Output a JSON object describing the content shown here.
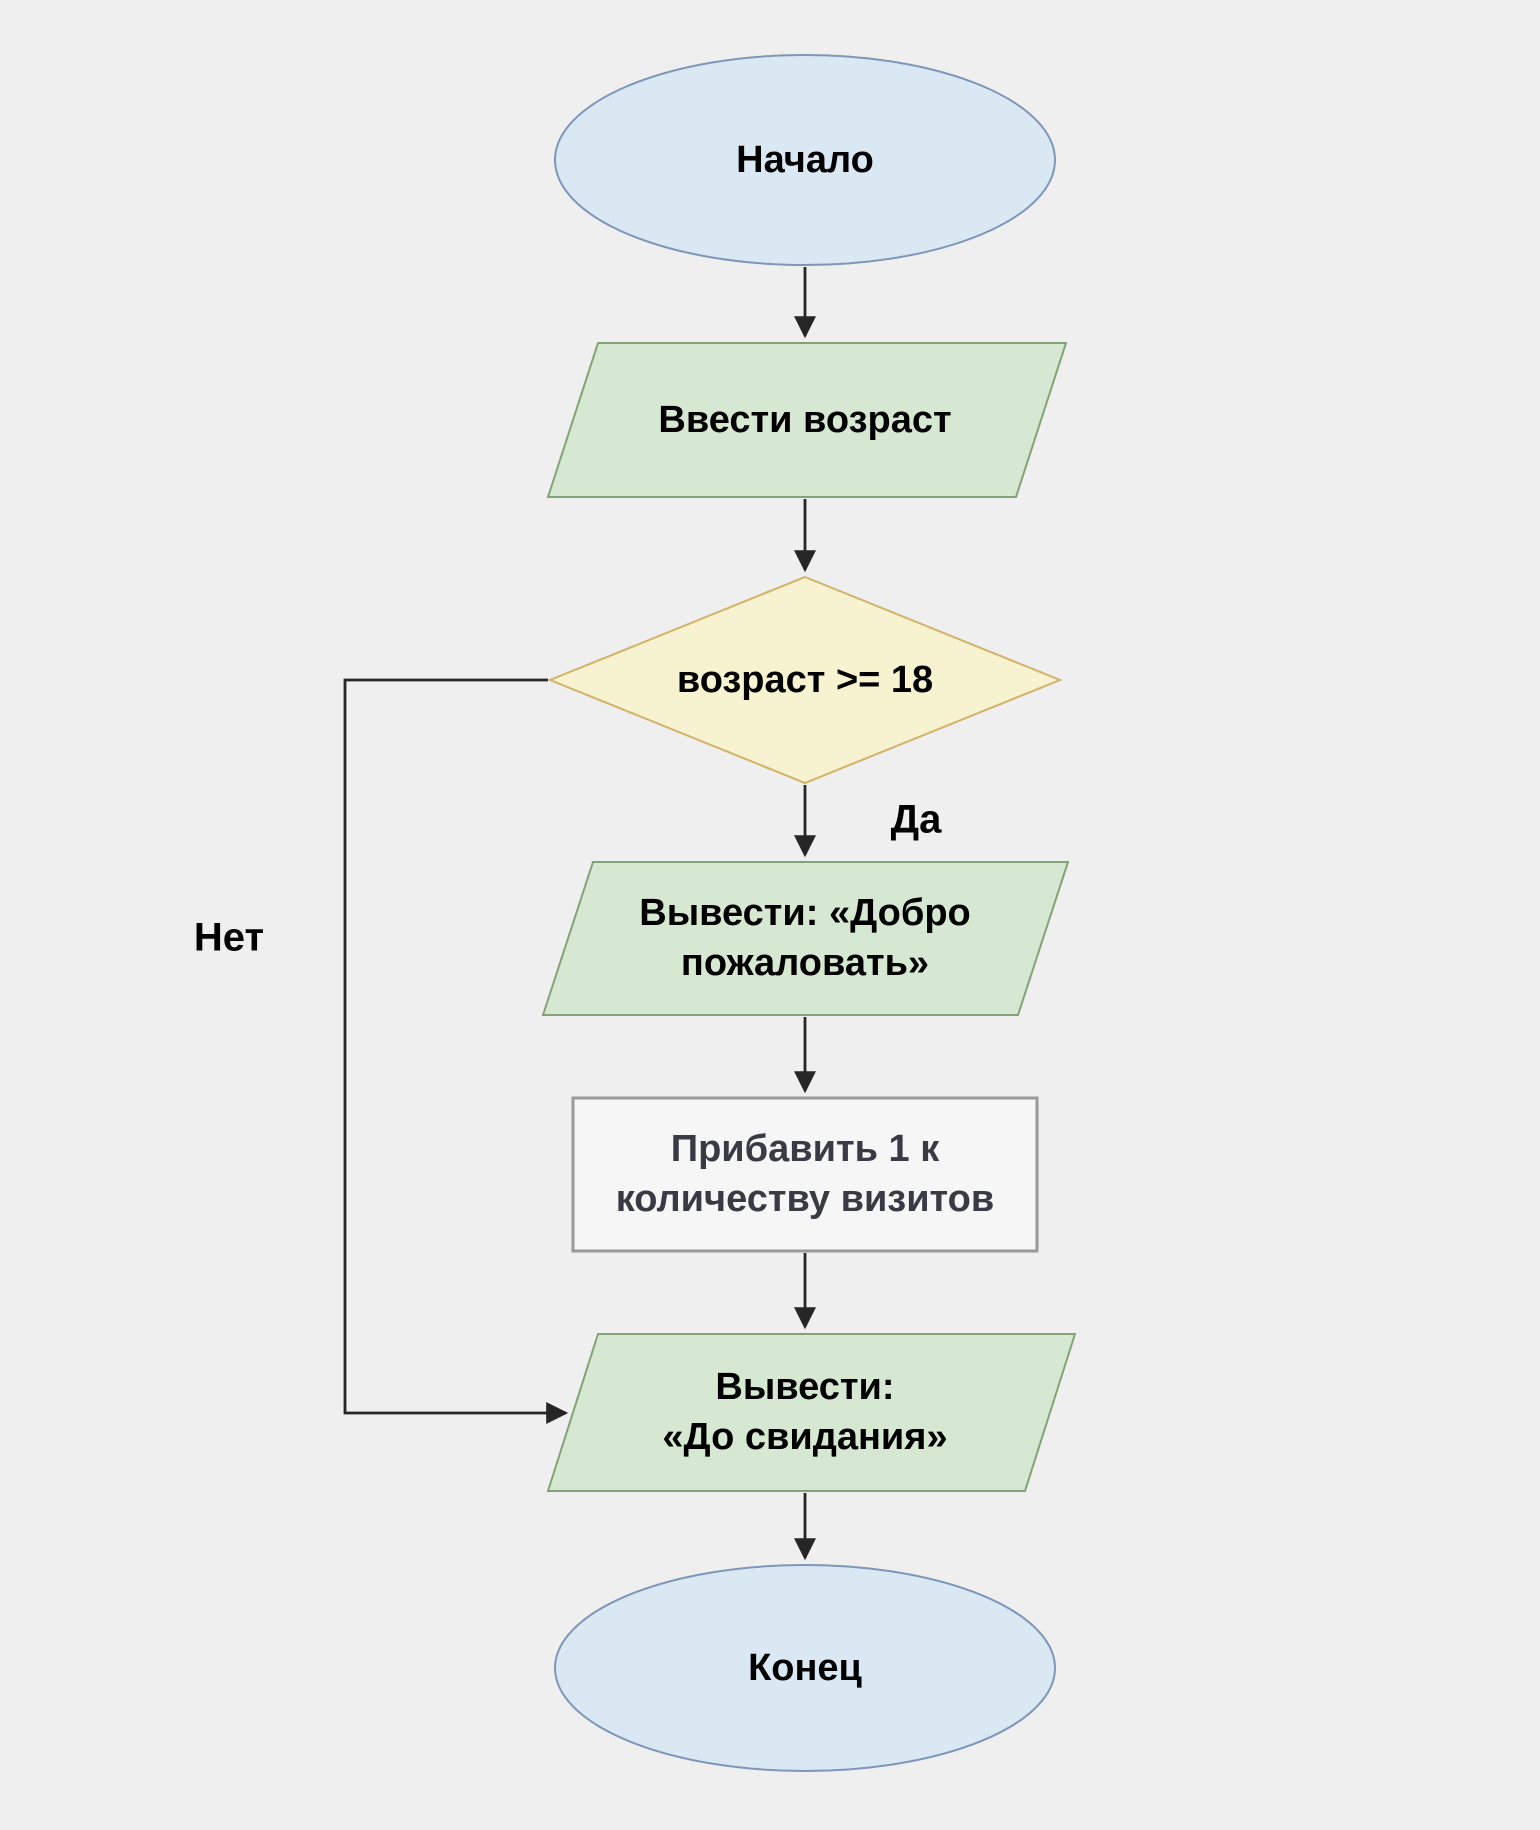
{
  "canvas": {
    "background": "#efefef",
    "line_color": "#262626"
  },
  "nodes": {
    "start": {
      "type": "terminator",
      "label": "Начало",
      "fill": "#dae8f4",
      "stroke": "#7e96b8"
    },
    "input_age": {
      "type": "io",
      "label": "Ввести возраст",
      "fill": "#d6e8d2",
      "stroke": "#82a377"
    },
    "decision_age": {
      "type": "decision",
      "label": "возраст >= 18",
      "fill": "#f7f3d0",
      "stroke": "#d2b36a"
    },
    "output_welcome": {
      "type": "io",
      "line1": "Вывести: «Добро",
      "line2": "пожаловать»",
      "fill": "#d6e8d2",
      "stroke": "#82a377"
    },
    "increment_visits": {
      "type": "process",
      "line1": "Прибавить 1 к",
      "line2": "количеству визитов",
      "fill": "#f6f6f6",
      "stroke": "#999999",
      "text_color": "#3a3a44"
    },
    "output_goodbye": {
      "type": "io",
      "line1": "Вывести:",
      "line2": "«До свидания»",
      "fill": "#d6e8d2",
      "stroke": "#82a377"
    },
    "end": {
      "type": "terminator",
      "label": "Конец",
      "fill": "#dae8f4",
      "stroke": "#7e96b8"
    }
  },
  "edges": {
    "yes_branch": {
      "label": "Да"
    },
    "no_branch": {
      "label": "Нет"
    }
  }
}
